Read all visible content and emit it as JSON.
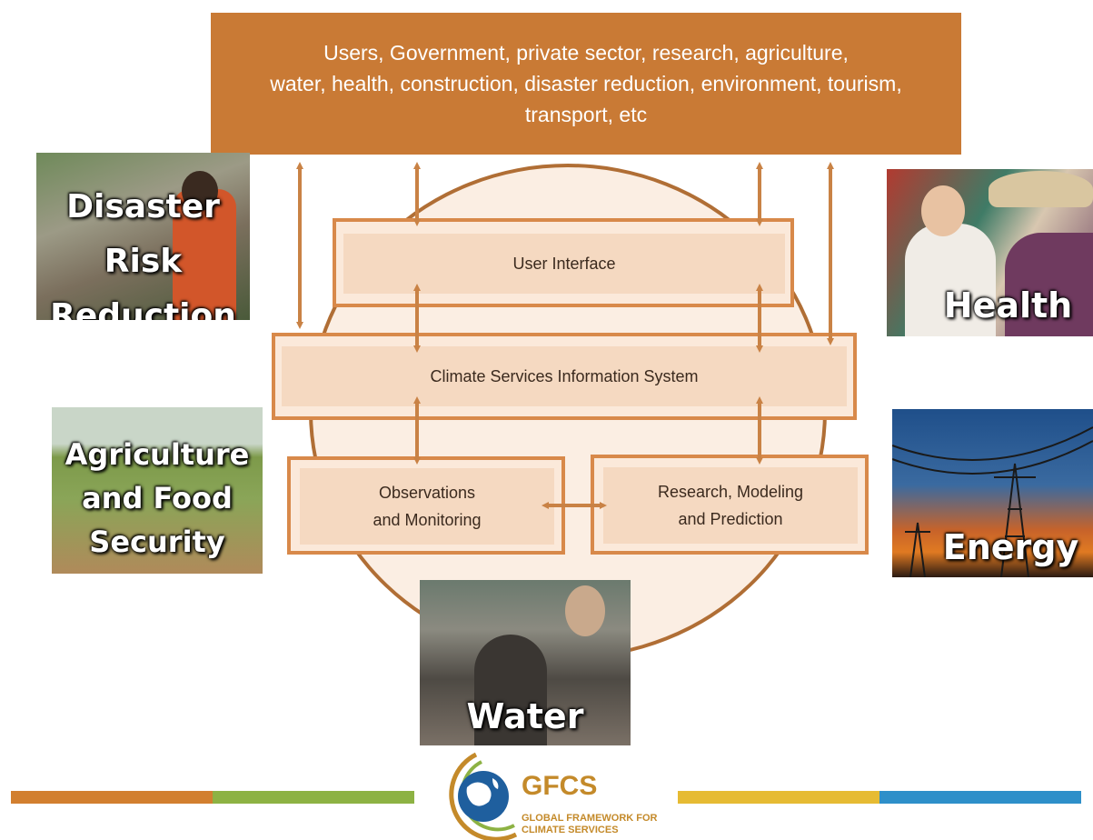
{
  "users_box": {
    "line1": "Users, Government, private sector, research, agriculture,",
    "line2": "water, health, construction, disaster reduction, environment, tourism,",
    "line3": "transport, etc"
  },
  "components": {
    "user_interface": "User Interface",
    "csis": "Climate Services Information System",
    "obs_line1": "Observations",
    "obs_line2": "and Monitoring",
    "research_line1": "Research, Modeling",
    "research_line2": "and Prediction"
  },
  "photos": {
    "disaster": [
      "Disaster",
      "Risk",
      "Reduction"
    ],
    "health": "Health",
    "agriculture": [
      "Agriculture",
      "and Food",
      "Security"
    ],
    "energy": "Energy",
    "water": "Water"
  },
  "logo": {
    "acronym": "GFCS",
    "line1": "GLOBAL FRAMEWORK FOR",
    "line2": "CLIMATE SERVICES"
  },
  "colors": {
    "brand_orange": "#c97a35",
    "arrow": "#c98245",
    "bar_orange": "#d27f2f",
    "bar_green": "#8db243",
    "bar_yellow": "#e6bb33",
    "bar_blue": "#2e8fc9"
  }
}
